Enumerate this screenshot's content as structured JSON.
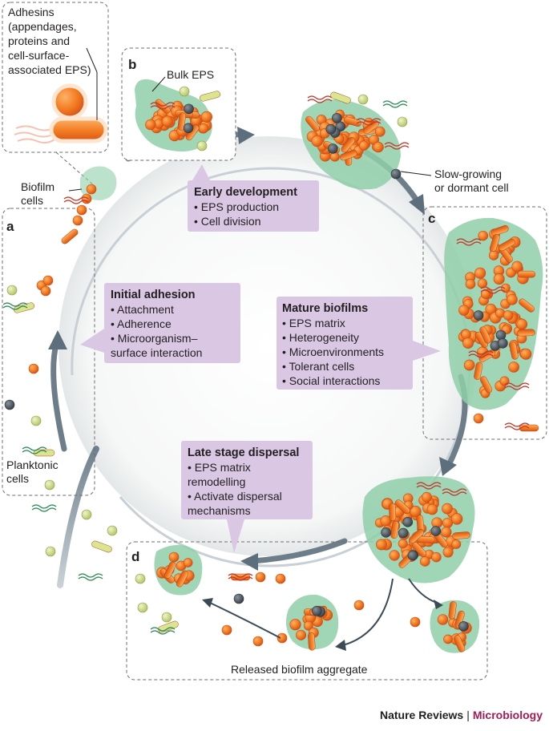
{
  "callout": {
    "lines": [
      "Adhesins",
      "(appendages,",
      "proteins and",
      "cell-surface-",
      "associated EPS)"
    ]
  },
  "panels": {
    "a": "a",
    "b": "b",
    "c": "c",
    "d": "d"
  },
  "labels": {
    "bulk_eps": "Bulk EPS",
    "biofilm_cells": [
      "Biofilm",
      "cells"
    ],
    "slow_growing": [
      "Slow-growing",
      "or dormant cell"
    ],
    "planktonic": [
      "Planktonic",
      "cells"
    ],
    "released": "Released biofilm aggregate"
  },
  "stages": {
    "early": {
      "title": "Early development",
      "items": [
        "• EPS production",
        "• Cell division"
      ]
    },
    "initial": {
      "title": "Initial adhesion",
      "items": [
        "• Attachment",
        "• Adherence",
        "• Microorganism–",
        "   surface interaction"
      ]
    },
    "mature": {
      "title": "Mature biofilms",
      "items": [
        "• EPS matrix",
        "• Heterogeneity",
        "• Microenvironments",
        "• Tolerant cells",
        "• Social interactions"
      ]
    },
    "late": {
      "title": "Late stage dispersal",
      "items": [
        "• EPS matrix",
        "   remodelling",
        "• Activate dispersal",
        "   mechanisms"
      ]
    }
  },
  "footer": {
    "journal": "Nature Reviews",
    "separator": "|",
    "section": "Microbiology"
  },
  "colors": {
    "orange": "#f47b20",
    "orange_dark": "#d5561a",
    "eps_green": "#8fcfa8",
    "box_purple": "#d9c7e3",
    "arrow": "#5d6f7c",
    "yellow_green": "#d7e28c",
    "dark_cell": "#4a5560"
  }
}
